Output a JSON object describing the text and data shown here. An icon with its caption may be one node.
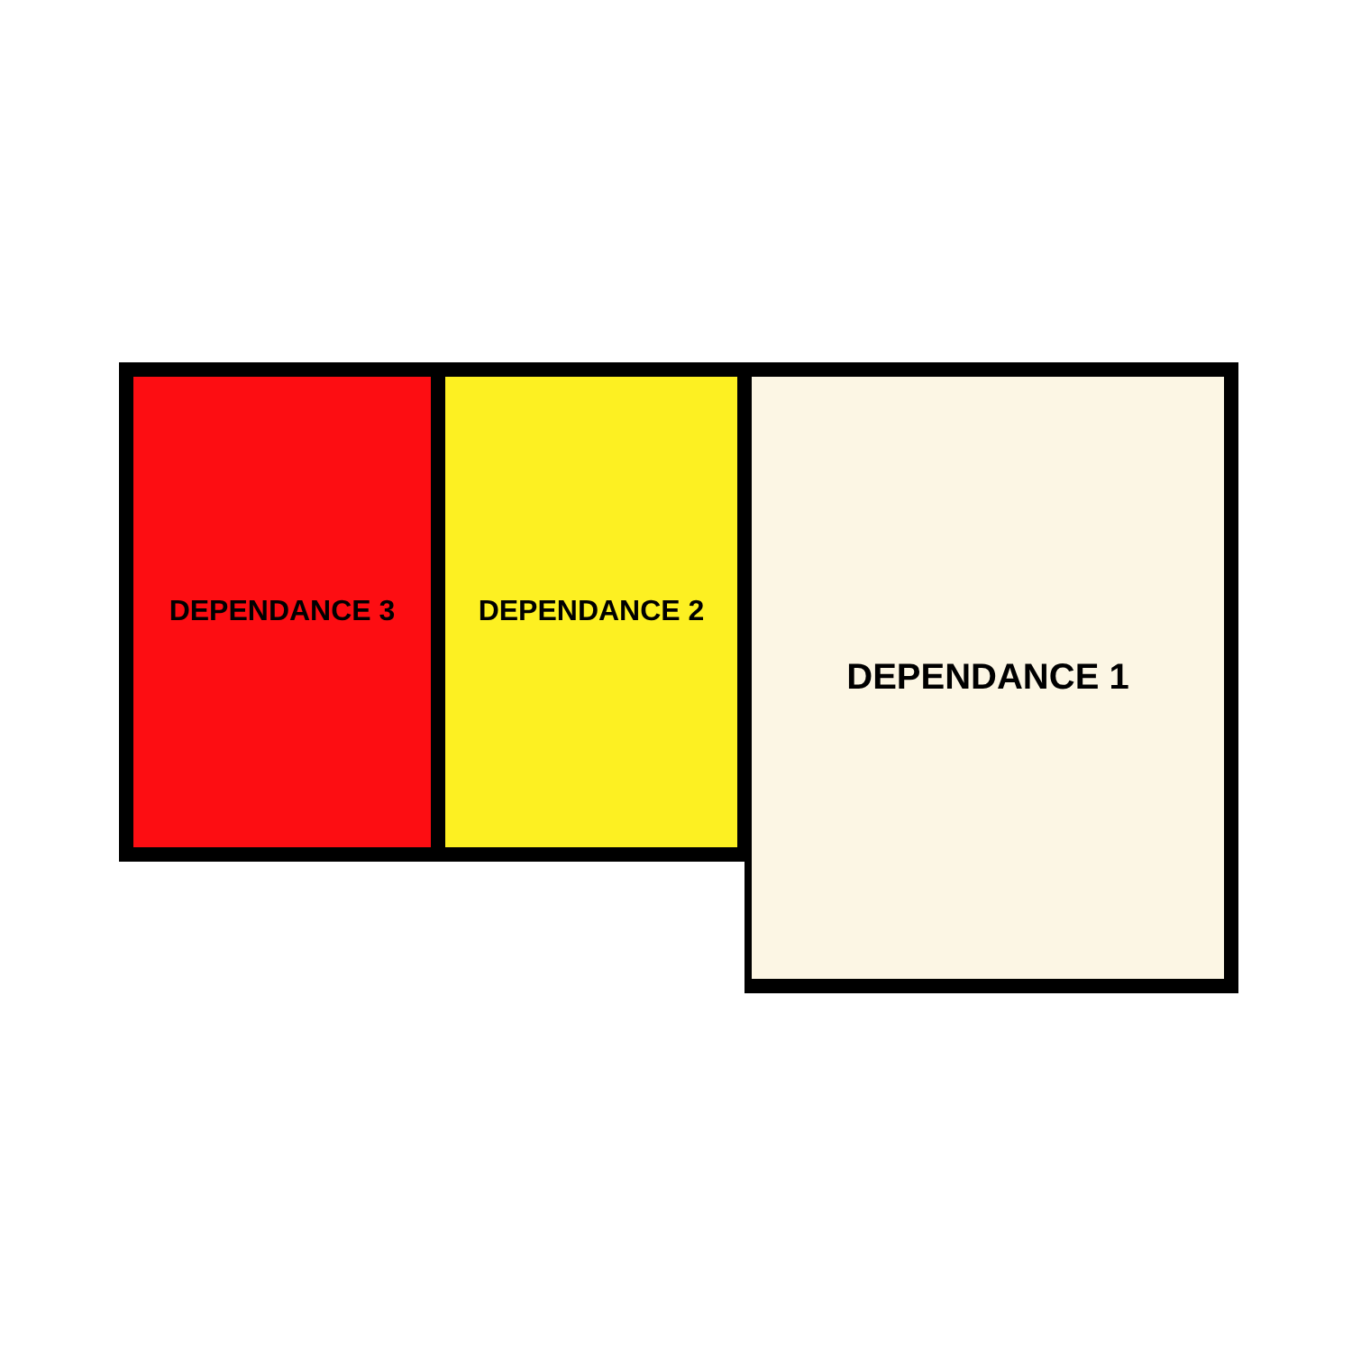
{
  "diagram": {
    "nodes": [
      {
        "text": [
          "DEPENDANCE 3"
        ]
      },
      {
        "text": [
          "DEPENDANCE 2"
        ]
      },
      {
        "text": [
          "DEPENDANCE 1"
        ]
      }
    ]
  }
}
